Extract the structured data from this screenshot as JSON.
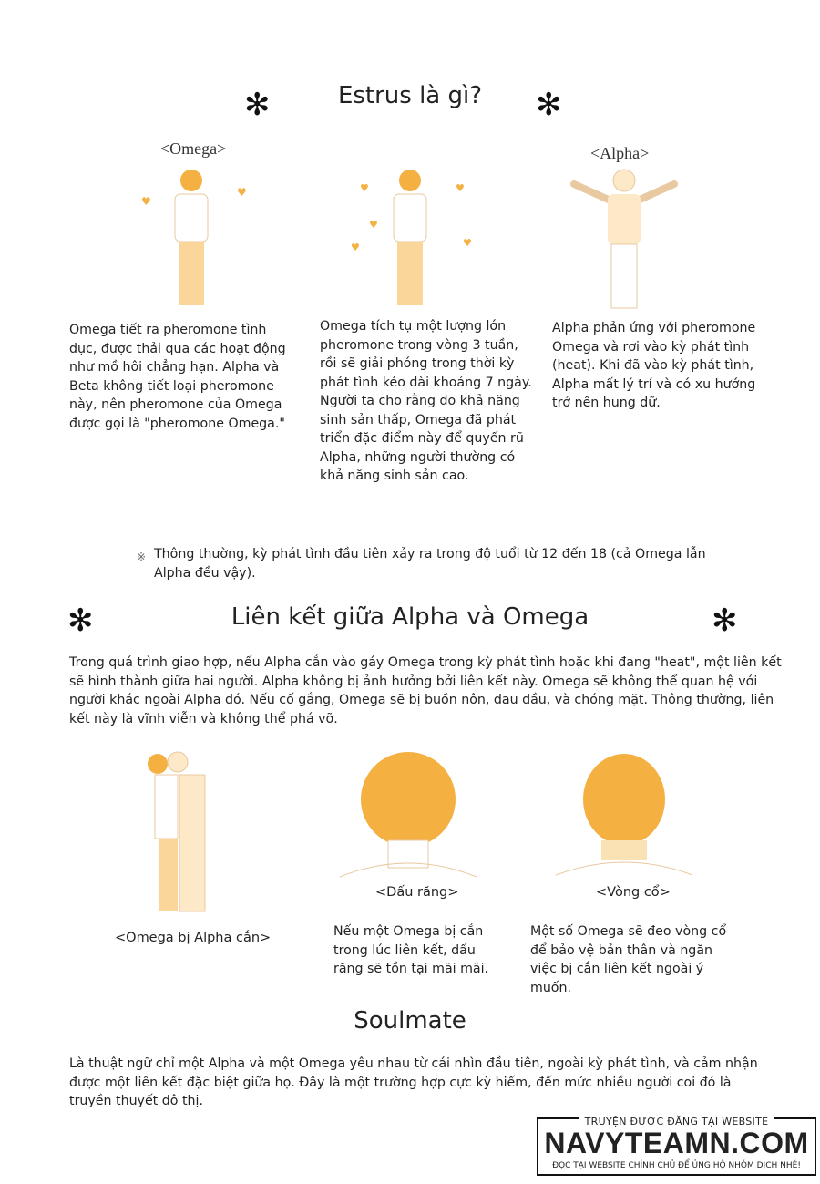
{
  "section1": {
    "title": "Estrus là gì?",
    "label_omega": "<Omega>",
    "label_alpha": "<Alpha>",
    "col1": "Omega tiết ra pheromone tình dục, được thải qua các hoạt động như mồ hôi chẳng hạn. Alpha và Beta không tiết loại pheromone này, nên pheromone của Omega được gọi là \"pheromone Omega.\"",
    "col2": "Omega tích tụ một lượng lớn pheromone trong vòng 3 tuần, rồi sẽ giải phóng trong thời kỳ phát tình kéo dài khoảng 7 ngày. Người ta cho rằng do khả năng sinh sản thấp, Omega đã phát triển đặc điểm này để quyến rũ Alpha, những người thường có khả năng sinh sản cao.",
    "col3": "Alpha phản ứng với pheromone Omega và rơi vào kỳ phát tình (heat). Khi đã vào kỳ phát tình, Alpha mất lý trí và có xu hướng trở nên hung dữ.",
    "note_mark": "※",
    "note": "Thông thường, kỳ phát tình đầu tiên xảy ra trong độ tuổi từ 12 đến 18 (cả Omega lẫn Alpha đều vậy)."
  },
  "section2": {
    "title": "Liên kết giữa Alpha và Omega",
    "body": "Trong quá trình giao hợp, nếu Alpha cắn vào gáy Omega trong kỳ phát tình hoặc khi đang \"heat\", một liên kết sẽ hình thành giữa hai người. Alpha không bị ảnh hưởng bởi liên kết này. Omega sẽ không thể quan hệ với người khác ngoài Alpha đó. Nếu cố gắng, Omega sẽ bị buồn nôn, đau đầu, và chóng mặt. Thông thường, liên kết này là vĩnh viễn và không thể phá vỡ.",
    "cap1": "<Omega bị Alpha cắn>",
    "cap2": "<Dấu răng>",
    "cap3": "<Vòng cổ>",
    "desc2": "Nếu một Omega bị cắn trong lúc liên kết, dấu răng sẽ tồn tại mãi mãi.",
    "desc3": "Một số Omega sẽ đeo vòng cổ để bảo vệ bản thân và ngăn việc bị cắn liên kết ngoài ý muốn."
  },
  "section3": {
    "title": "Soulmate",
    "body": "Là thuật ngữ chỉ một Alpha và một Omega yêu nhau từ cái nhìn đầu tiên, ngoài kỳ phát tình, và cảm nhận được một liên kết đặc biệt giữa họ. Đây là một trường hợp cực kỳ hiếm, đến mức nhiều người coi đó là truyền thuyết đô thị."
  },
  "watermark": {
    "top": "TRUYỆN ĐƯỢC ĐĂNG TẠI WEBSITE",
    "site": "NAVYTEAMN.COM",
    "bottom": "ĐỌC TẠI WEBSITE CHÍNH CHỦ ĐỂ ỦNG HỘ NHÓM DỊCH NHÉ!"
  },
  "colors": {
    "hair": "#f5b042",
    "skin": "#fde9c8"
  }
}
